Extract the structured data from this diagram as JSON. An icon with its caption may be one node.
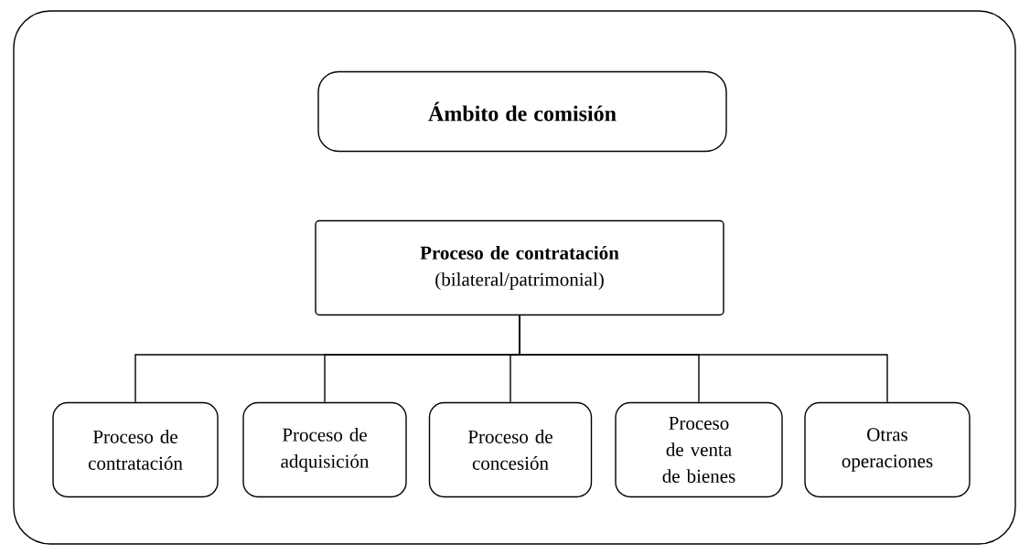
{
  "diagram": {
    "nodes": [
      {
        "text": [
          "Ámbito de comisión"
        ]
      },
      {
        "text": [
          "Proceso de contratación",
          "(bilateral/patrimonial)"
        ]
      },
      {
        "text": [
          "Proceso de contratación"
        ]
      },
      {
        "text": [
          "Proceso de adquisición"
        ]
      },
      {
        "text": [
          "Proceso de concesión"
        ]
      },
      {
        "text": [
          "Proceso de venta de bienes"
        ]
      },
      {
        "text": [
          "Otras operaciones"
        ]
      }
    ],
    "edges": [
      {
        "from": 1,
        "to": 2,
        "arrow": "none"
      },
      {
        "from": 1,
        "to": 3,
        "arrow": "none"
      },
      {
        "from": 1,
        "to": 4,
        "arrow": "none"
      },
      {
        "from": 1,
        "to": 5,
        "arrow": "none"
      },
      {
        "from": 1,
        "to": 6,
        "arrow": "none"
      }
    ]
  }
}
